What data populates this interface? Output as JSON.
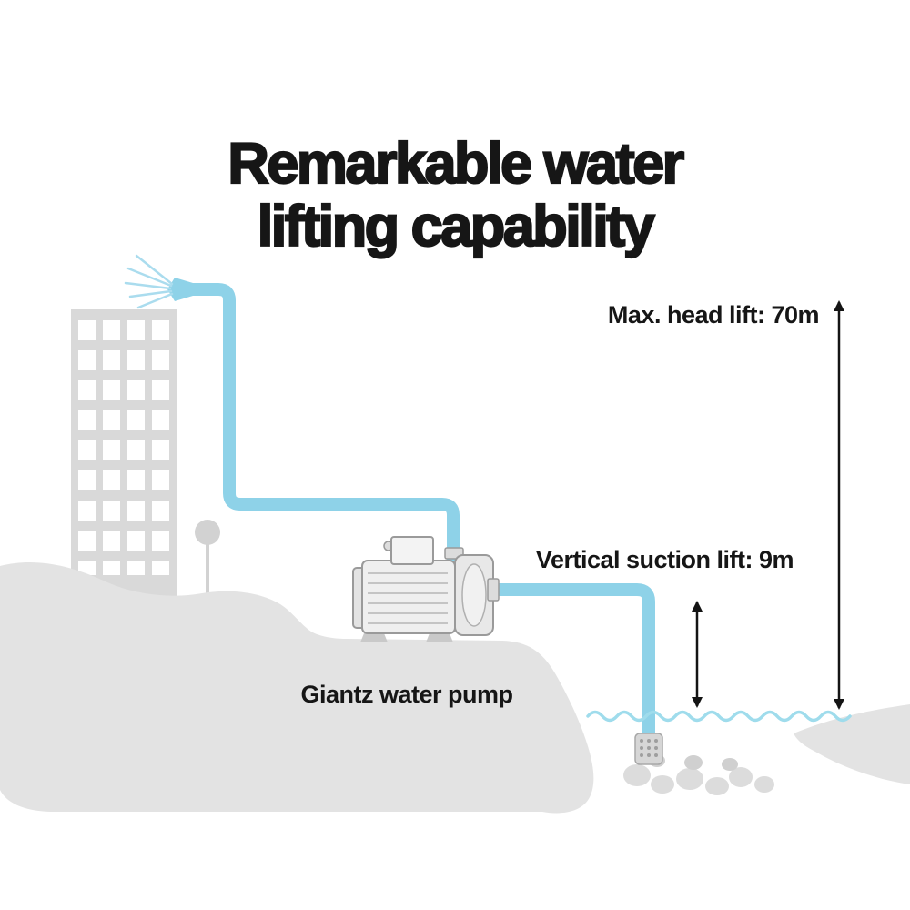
{
  "title": {
    "line1": "Remarkable water",
    "line2": "lifting capability"
  },
  "annotations": {
    "max_head_lift_label": "Max. head lift: 70m",
    "suction_lift_label": "Vertical suction lift: 9m",
    "pump_label": "Giantz water pump"
  },
  "measurements": {
    "max_head_lift": "70m",
    "vertical_suction_lift": "9m"
  },
  "colors": {
    "pipe_blue": "#8ed2e8",
    "spray_blue": "#aadcee",
    "water_blue": "#9fdcec",
    "building_gray": "#d9d9d9",
    "terrain_gray": "#e3e3e3",
    "arrow_black": "#141414",
    "text_black": "#161616"
  }
}
